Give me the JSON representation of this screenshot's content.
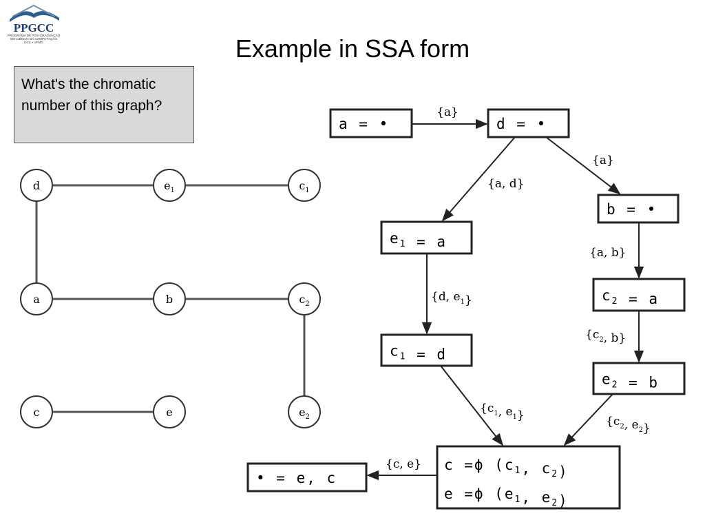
{
  "logo": {
    "text": "PPGCC",
    "subtitle_lines": [
      "PROGRAMA DE PÓS-GRADUAÇÃO",
      "EM CIÊNCIA DA COMPUTAÇÃO",
      "DCC • UFMG"
    ]
  },
  "title": "Example in SSA form",
  "question": "What's the chromatic number of this graph?",
  "graph": {
    "nodes": {
      "d": {
        "base": "d",
        "sub": ""
      },
      "e1": {
        "base": "e",
        "sub": "1"
      },
      "c1": {
        "base": "c",
        "sub": "1"
      },
      "a": {
        "base": "a",
        "sub": ""
      },
      "b": {
        "base": "b",
        "sub": ""
      },
      "c2": {
        "base": "c",
        "sub": "2"
      },
      "c": {
        "base": "c",
        "sub": ""
      },
      "e": {
        "base": "e",
        "sub": ""
      },
      "e2": {
        "base": "e",
        "sub": "2"
      }
    },
    "edges": [
      [
        "d",
        "e1"
      ],
      [
        "e1",
        "c1"
      ],
      [
        "d",
        "a"
      ],
      [
        "a",
        "b"
      ],
      [
        "b",
        "c2"
      ],
      [
        "c2",
        "e2"
      ],
      [
        "c",
        "e"
      ]
    ]
  },
  "cfg": {
    "blocks": {
      "a_def": {
        "parts": [
          [
            "a = •",
            ""
          ]
        ]
      },
      "d_def": {
        "parts": [
          [
            "d = •",
            ""
          ]
        ]
      },
      "b_def": {
        "parts": [
          [
            "b = •",
            ""
          ]
        ]
      },
      "e1_def": {
        "parts": [
          [
            "e",
            "1"
          ],
          [
            " = a",
            ""
          ]
        ]
      },
      "c1_def": {
        "parts": [
          [
            "c",
            "1"
          ],
          [
            " = d",
            ""
          ]
        ]
      },
      "c2_def": {
        "parts": [
          [
            "c",
            "2"
          ],
          [
            " = a",
            ""
          ]
        ]
      },
      "e2_def": {
        "parts": [
          [
            "e",
            "2"
          ],
          [
            " = b",
            ""
          ]
        ]
      },
      "phi_c": {
        "parts": [
          [
            "c =ϕ (c",
            ""
          ],
          [
            "1",
            "sub"
          ],
          [
            ", c",
            ""
          ],
          [
            "2",
            "sub"
          ],
          [
            ")",
            ""
          ]
        ]
      },
      "phi_e": {
        "parts": [
          [
            "e =ϕ (e",
            ""
          ],
          [
            "1",
            "sub"
          ],
          [
            ", e",
            ""
          ],
          [
            "2",
            "sub"
          ],
          [
            ")",
            ""
          ]
        ]
      },
      "use": {
        "parts": [
          [
            "• = e, c",
            ""
          ]
        ]
      }
    },
    "edge_labels": {
      "a_to_d": [
        [
          "{a}",
          ""
        ]
      ],
      "d_to_b": [
        [
          "{a}",
          ""
        ]
      ],
      "d_to_e1": [
        [
          "{a, d}",
          ""
        ]
      ],
      "b_to_c2": [
        [
          "{a, b}",
          ""
        ]
      ],
      "e1_to_c1": [
        [
          "{d, e",
          ""
        ],
        [
          "1",
          "sub"
        ],
        [
          "}",
          ""
        ]
      ],
      "c2_to_e2": [
        [
          "{c",
          ""
        ],
        [
          "2",
          "sub"
        ],
        [
          ", b}",
          ""
        ]
      ],
      "c1_to_phi": [
        [
          "{c",
          ""
        ],
        [
          "1",
          "sub"
        ],
        [
          ", e",
          ""
        ],
        [
          "1",
          "sub"
        ],
        [
          "}",
          ""
        ]
      ],
      "e2_to_phi": [
        [
          "{c",
          ""
        ],
        [
          "2",
          "sub"
        ],
        [
          ", e",
          ""
        ],
        [
          "2",
          "sub"
        ],
        [
          "}",
          ""
        ]
      ],
      "phi_to_use": [
        [
          "{c, e}",
          ""
        ]
      ]
    }
  }
}
